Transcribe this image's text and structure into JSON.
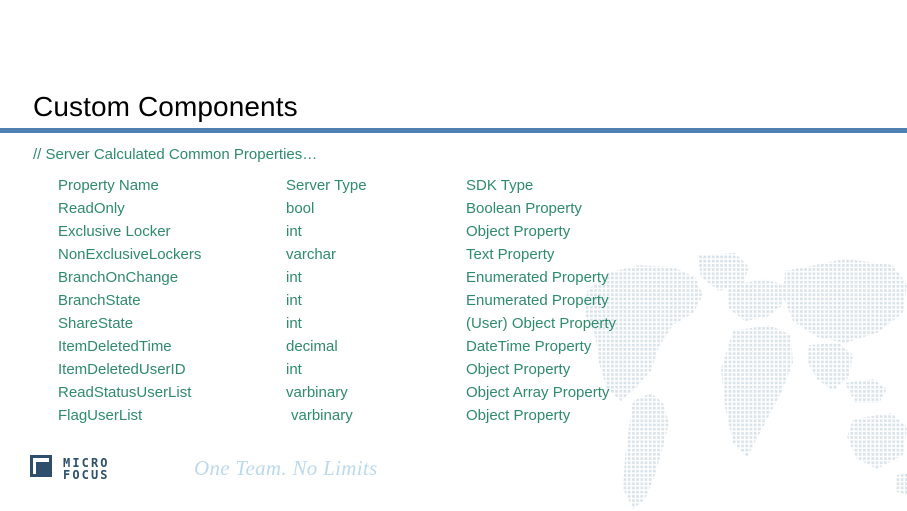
{
  "slide": {
    "title": "Custom Components",
    "accent_rule_color": "#4e80b0",
    "code_color": "#2e8b6b",
    "background_color": "#ffffff"
  },
  "code": {
    "comment": "// Server Calculated Common Properties…",
    "columns": {
      "name": "Property Name",
      "server_type": "Server Type",
      "sdk_type": "SDK Type"
    },
    "rows": [
      {
        "name": "Property Name",
        "server_type": "Server Type",
        "sdk_type": "SDK Type",
        "header": true
      },
      {
        "name": "ReadOnly",
        "server_type": "bool",
        "sdk_type": "Boolean Property"
      },
      {
        "name": "Exclusive Locker",
        "server_type": "int",
        "sdk_type": "Object Property"
      },
      {
        "name": "NonExclusiveLockers",
        "server_type": "varchar",
        "sdk_type": "Text Property"
      },
      {
        "name": "BranchOnChange",
        "server_type": "int",
        "sdk_type": "Enumerated Property"
      },
      {
        "name": "BranchState",
        "server_type": "int",
        "sdk_type": "Enumerated Property"
      },
      {
        "name": "ShareState",
        "server_type": "int",
        "sdk_type": "(User) Object Property"
      },
      {
        "name": "ItemDeletedTime",
        "server_type": "decimal",
        "sdk_type": "DateTime Property"
      },
      {
        "name": "ItemDeletedUserID",
        "server_type": "int",
        "sdk_type": "Object Property"
      },
      {
        "name": "ReadStatusUserList",
        "server_type": "varbinary",
        "sdk_type": "Object Array Property"
      },
      {
        "name": "FlagUserList",
        "server_type": "varbinary",
        "sdk_type": "Object Property",
        "server_indented": true
      }
    ]
  },
  "footer": {
    "logo_line1": "MICRO",
    "logo_line2": "FOCUS",
    "logo_color": "#2d4f6b",
    "tagline": "One Team. No Limits",
    "tagline_color": "#bcd9ec"
  },
  "decoration": {
    "world_map": "dotted-world-map",
    "world_map_color": "#d4dfe8"
  }
}
